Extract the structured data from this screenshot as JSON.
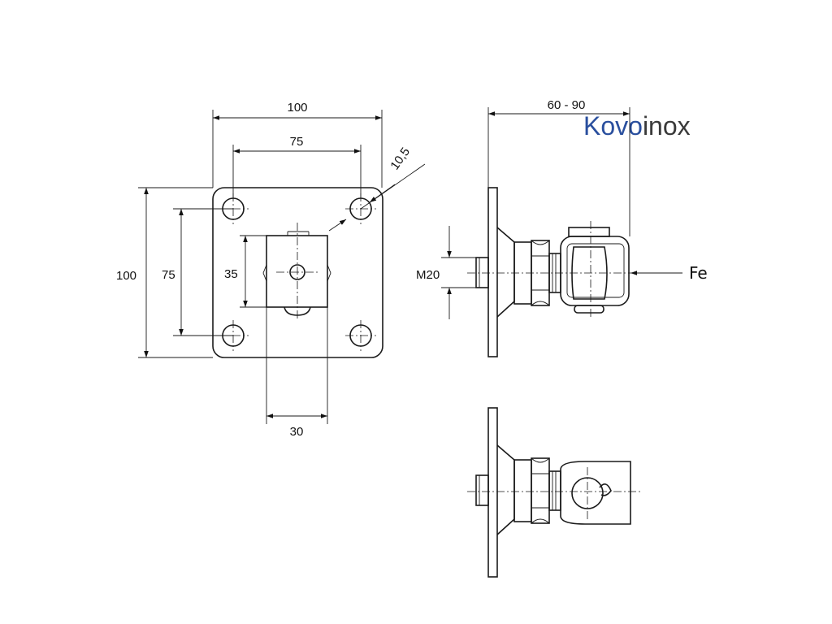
{
  "logo": {
    "part1": "Kovo",
    "part2": "inox",
    "color1": "#2a4f9e",
    "color2": "#3a3a3a"
  },
  "dimensions": {
    "plate_width": "100",
    "hole_spacing_h": "75",
    "hole_diameter": "10,5",
    "plate_height": "100",
    "hole_spacing_v": "75",
    "block_height": "35",
    "block_width": "30",
    "adjust_range": "60 - 90",
    "thread": "M20"
  },
  "material": "Fe"
}
